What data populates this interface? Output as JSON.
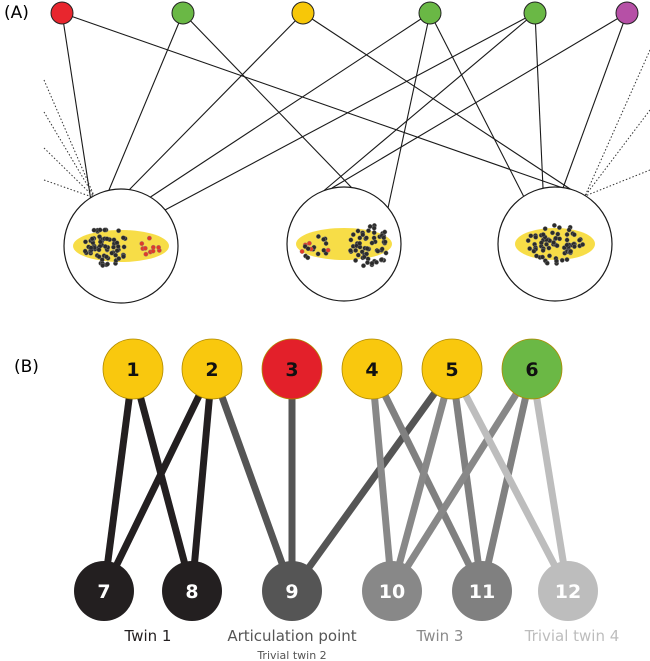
{
  "panel_a": {
    "label": "(A)",
    "top_node_colors": [
      "#e8262e",
      "#6ab845",
      "#f7c708",
      "#6ab845",
      "#6ab845",
      "#b650a6"
    ],
    "cluster_fill": "#2b2b2b",
    "cluster_accent": "#f4d20a",
    "cluster_red": "#e03a2a"
  },
  "panel_b": {
    "label": "(B)",
    "top_nodes": [
      {
        "label": "1",
        "color": "#f9c80e"
      },
      {
        "label": "2",
        "color": "#f9c80e"
      },
      {
        "label": "3",
        "color": "#e3202a"
      },
      {
        "label": "4",
        "color": "#f9c80e"
      },
      {
        "label": "5",
        "color": "#f9c80e"
      },
      {
        "label": "6",
        "color": "#6bb845"
      }
    ],
    "bottom_nodes": [
      {
        "label": "7",
        "color": "#231f20"
      },
      {
        "label": "8",
        "color": "#231f20"
      },
      {
        "label": "9",
        "color": "#555555"
      },
      {
        "label": "10",
        "color": "#888888"
      },
      {
        "label": "11",
        "color": "#808080"
      },
      {
        "label": "12",
        "color": "#bdbdbd"
      }
    ],
    "edges": [
      {
        "from": "1",
        "to": "7",
        "color": "#231f20"
      },
      {
        "from": "1",
        "to": "8",
        "color": "#231f20"
      },
      {
        "from": "2",
        "to": "7",
        "color": "#231f20"
      },
      {
        "from": "2",
        "to": "8",
        "color": "#231f20"
      },
      {
        "from": "2",
        "to": "9",
        "color": "#555555"
      },
      {
        "from": "3",
        "to": "9",
        "color": "#555555"
      },
      {
        "from": "5",
        "to": "9",
        "color": "#555555"
      },
      {
        "from": "4",
        "to": "10",
        "color": "#888888"
      },
      {
        "from": "4",
        "to": "11",
        "color": "#808080"
      },
      {
        "from": "5",
        "to": "10",
        "color": "#888888"
      },
      {
        "from": "5",
        "to": "11",
        "color": "#808080"
      },
      {
        "from": "6",
        "to": "10",
        "color": "#888888"
      },
      {
        "from": "6",
        "to": "11",
        "color": "#808080"
      },
      {
        "from": "5",
        "to": "12",
        "color": "#bdbdbd"
      },
      {
        "from": "6",
        "to": "12",
        "color": "#bdbdbd"
      }
    ],
    "captions": {
      "twin1": "Twin 1",
      "articulation": "Articulation point",
      "trivial_twin2": "Trivial twin 2",
      "twin3": "Twin 3",
      "trivial_twin4": "Trivial twin 4"
    },
    "caption_colors": {
      "twin1": "#231f20",
      "articulation": "#555555",
      "twin3": "#8a8a8a",
      "trivial_twin4": "#bdbdbd"
    }
  }
}
